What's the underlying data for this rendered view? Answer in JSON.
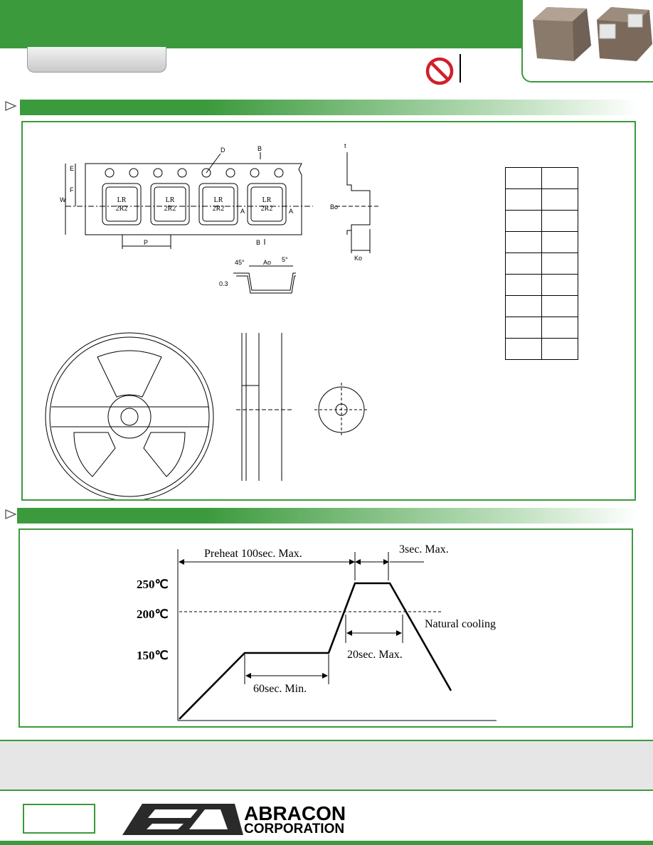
{
  "reflow": {
    "preheat": "Preheat 100sec. Max.",
    "peak_hold": "3sec. Max.",
    "t250": "250℃",
    "t200": "200℃",
    "t150": "150℃",
    "cooling": "Natural cooling",
    "above200": "20sec. Max.",
    "soak": "60sec. Min."
  },
  "drawing": {
    "tape_chip_top": "LR",
    "tape_chip_bottom": "2R2",
    "label_b": "B",
    "label_a": "A",
    "label_p": "P",
    "label_d": "D",
    "label_w": "W",
    "label_e": "E",
    "label_f": "F",
    "label_t": "t",
    "label_bo": "Bo",
    "label_ko": "Ko",
    "label_ao": "Ao",
    "angle_45": "45°",
    "angle_5": "5°",
    "dim_03": "0.3"
  },
  "logo": {
    "line1": "ABRACON",
    "line2": "CORPORATION"
  },
  "colors": {
    "brand_green": "#3b9a3c",
    "stop_red": "#d0202a"
  }
}
